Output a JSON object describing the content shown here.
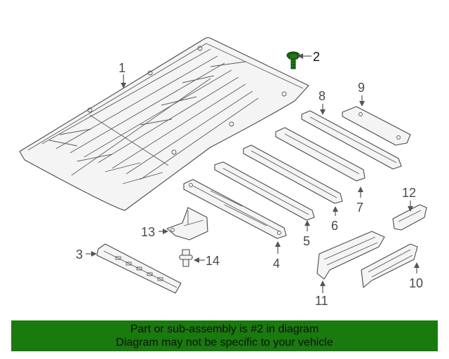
{
  "callouts": {
    "c1": "1",
    "c2": "2",
    "c3": "3",
    "c4": "4",
    "c5": "5",
    "c6": "6",
    "c7": "7",
    "c8": "8",
    "c9": "9",
    "c10": "10",
    "c11": "11",
    "c12": "12",
    "c13": "13",
    "c14": "14"
  },
  "highlighted_part": "2",
  "colors": {
    "banner_bg": "#197a0e",
    "highlight_part": "#1f7a13",
    "line": "#4a4a4a"
  },
  "banner": {
    "line1": "Part or sub-assembly is #2 in diagram",
    "line2": "Diagram may not be specific to your vehicle"
  }
}
